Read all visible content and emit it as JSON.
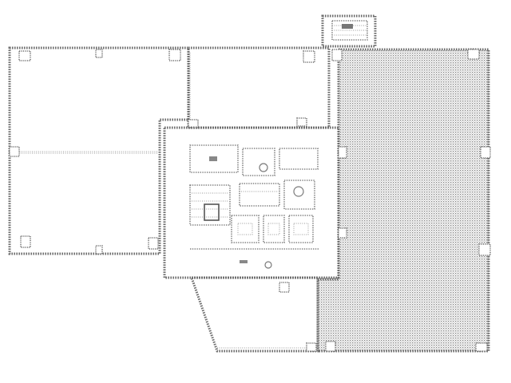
{
  "diagram": {
    "kind": "floor-plan",
    "colors": {
      "wall": "#6f6f6f",
      "hatch_dot": "#8a8a8a",
      "background": "#ffffff"
    },
    "regions": [
      {
        "id": "office-west",
        "style": "open"
      },
      {
        "id": "office-north",
        "style": "open"
      },
      {
        "id": "core",
        "style": "detailed"
      },
      {
        "id": "tenant-east",
        "style": "hatched"
      },
      {
        "id": "corridor-south",
        "style": "open"
      }
    ]
  }
}
